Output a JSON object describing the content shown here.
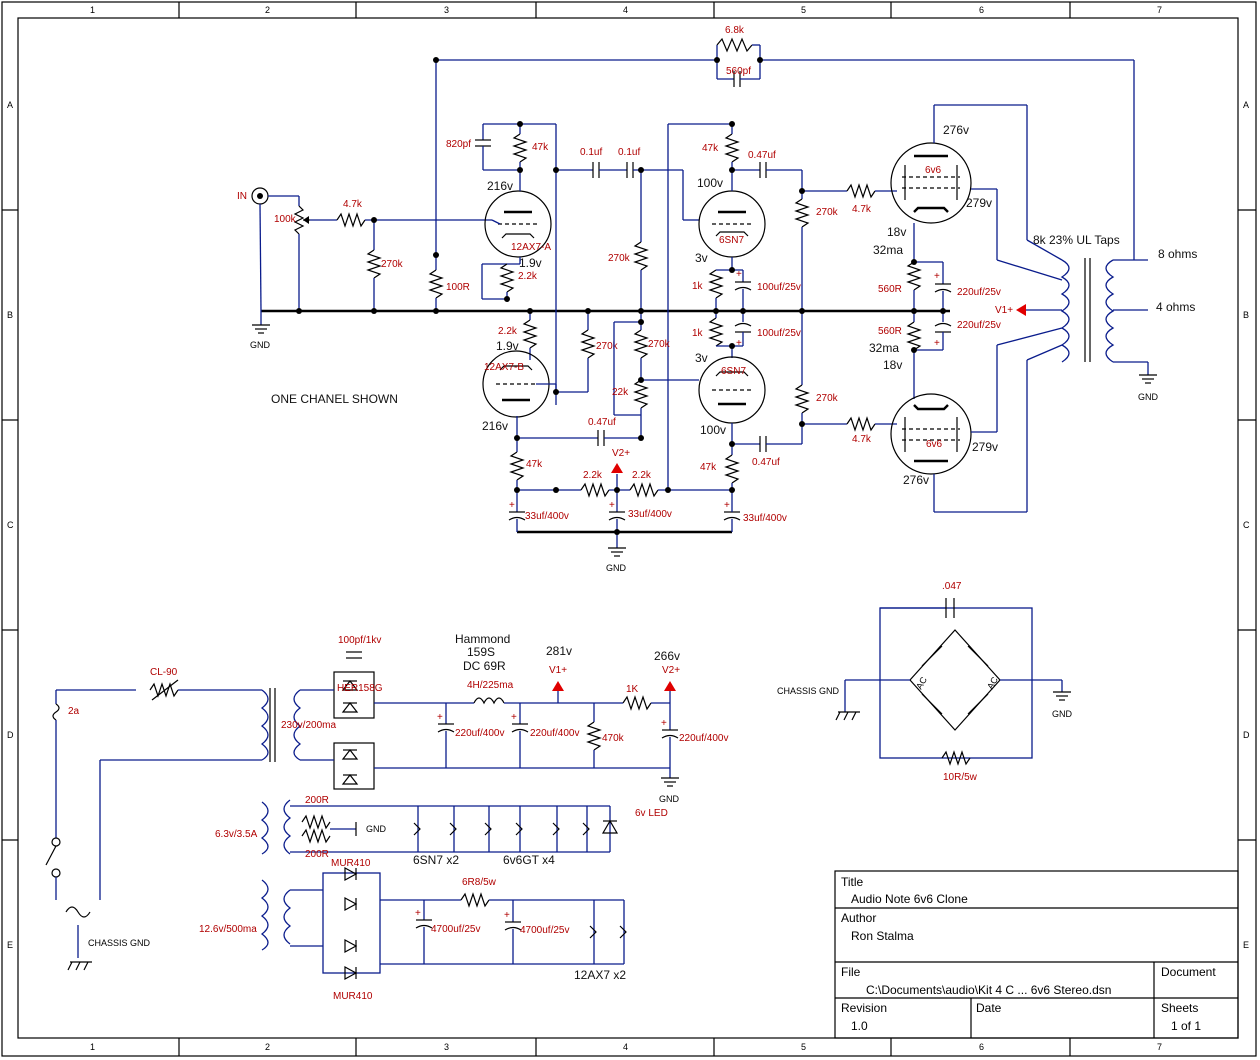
{
  "frame": {
    "col_labels": [
      "1",
      "2",
      "3",
      "4",
      "5",
      "6",
      "7"
    ],
    "row_labels": [
      "A",
      "B",
      "C",
      "D",
      "E"
    ]
  },
  "title_block": {
    "title_label": "Title",
    "title": "Audio Note 6v6 Clone",
    "author_label": "Author",
    "author": "Ron Stalma",
    "file_label": "File",
    "file": "C:\\Documents\\audio\\Kit 4 C ... 6v6 Stereo.dsn",
    "document_label": "Document",
    "revision_label": "Revision",
    "revision": "1.0",
    "date_label": "Date",
    "sheets_label": "Sheets",
    "sheets": "1 of 1"
  },
  "amp": {
    "note": "ONE CHANEL SHOWN",
    "input_label": "IN",
    "gnd": "GND",
    "feedback_r": "6.8k",
    "feedback_c": "560pf",
    "in_r": "4.7k",
    "vol_pot": "100k",
    "in_r_shunt": "270k",
    "cathode_r": "100R",
    "c_820": "820pf",
    "v1_plate_r": "47k",
    "v1a_label": "12AX7-A",
    "v1a_plate": "216v",
    "v1a_cathode": "1.9v",
    "v1a_cathode_r": "2.2k",
    "c_coup_a": "0.1uf",
    "c_coup_b": "0.1uf",
    "grid_r": "270k",
    "v2_plate_r": "47k",
    "v2a_label": "6SN7",
    "v2a_plate": "100v",
    "v2a_cathode": "3v",
    "c_047_top": "0.47uf",
    "out_grid_r_top": "270k",
    "v2_cathode_r_top": "1k",
    "bypass_top": "100uf/25v",
    "out_tube_top_label": "6v6",
    "out_top_screen": "276v",
    "out_top_plate": "279v",
    "out_top_grid_r": "4.7k",
    "out_top_cathode": "18v",
    "out_top_current": "32ma",
    "out_top_cathode_r": "560R",
    "out_bypass_top": "220uf/25v",
    "xfmr_label": "8k 23% UL Taps",
    "tap_8": "8 ohms",
    "tap_4": "4 ohms",
    "v1_rail": "V1+",
    "v1b_cathode_r": "2.2k",
    "v1b_cathode": "1.9v",
    "v1b_label": "12AX7-B",
    "v1b_plate": "216v",
    "v1b_grid_r": "270k",
    "v2b_grid_r": "270k",
    "v2b_split_r": "22k",
    "c_047_mid": "0.47uf",
    "v2_rail": "V2+",
    "v1b_plate_r": "47k",
    "dec_r_left": "2.2k",
    "dec_r_right": "2.2k",
    "dec_c_1": "33uf/400v",
    "dec_c_2": "33uf/400v",
    "dec_c_3": "33uf/400v",
    "v2_cathode_r_bot": "1k",
    "bypass_bot": "100uf/25v",
    "v2b_label": "6SN7",
    "v2b_plate": "100v",
    "v2b_cathode": "3v",
    "v2b_plate_r": "47k",
    "c_047_bot": "0.47uf",
    "out_grid_r_bot": "270k",
    "out_bot_grid_r": "4.7k",
    "out_bot_cathode_r": "560R",
    "out_bot_current": "32ma",
    "out_bot_cathode": "18v",
    "out_bypass_bot": "220uf/25v",
    "out_tube_bot_label": "6v6",
    "out_bot_screen": "276v",
    "out_bot_plate": "279v"
  },
  "ground_lift": {
    "cap": ".047",
    "chassis": "CHASSIS GND",
    "gnd": "GND",
    "diode_a": "AC",
    "diode_b": "AC",
    "res": "10R/5w"
  },
  "psu": {
    "fuse": "2a",
    "thermistor": "CL-90",
    "hv_winding": "230v/200ma",
    "snubber": "100pf/1kv",
    "rectifier": "HER158G",
    "choke_name": "Hammond",
    "choke_part": "159S",
    "choke_dcr": "DC 69R",
    "choke_spec": "4H/225ma",
    "cap1": "220uf/400v",
    "cap2": "220uf/400v",
    "v1_volt": "281v",
    "v1_label": "V1+",
    "bleeder": "470k",
    "drop_r": "1K",
    "v2_volt": "266v",
    "v2_label": "V2+",
    "cap3": "220uf/400v",
    "gnd": "GND",
    "heater_winding": "6.3v/3.5A",
    "hum_r_top": "200R",
    "hum_r_bot": "200R",
    "heater_gnd": "GND",
    "led": "6v LED",
    "heater_load_a": "6SN7 x2",
    "heater_load_b": "6v6GT x4",
    "lv_winding": "12.6v/500ma",
    "lv_diode_top": "MUR410",
    "lv_diode_bot": "MUR410",
    "lv_r": "6R8/5w",
    "lv_cap1": "4700uf/25v",
    "lv_cap2": "4700uf/25v",
    "lv_load": "12AX7  x2",
    "chassis": "CHASSIS GND"
  }
}
